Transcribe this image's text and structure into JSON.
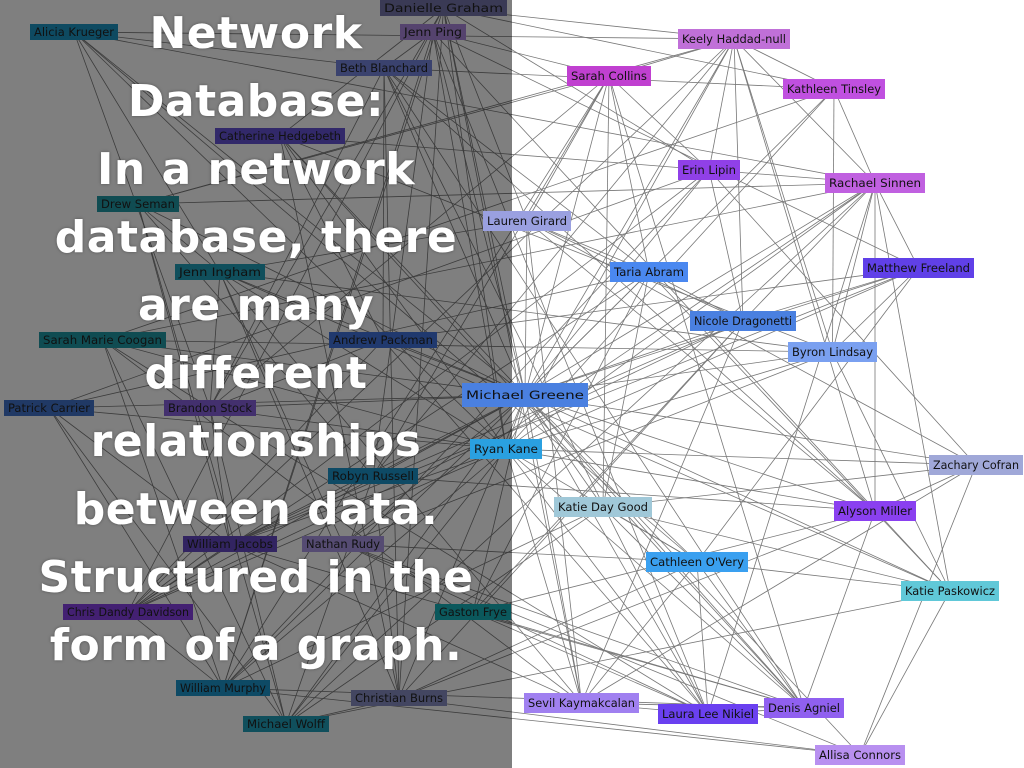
{
  "slide": {
    "lines": [
      "Network",
      "Database:",
      "In a network",
      "database, there",
      "are many",
      "different",
      "relationships",
      "between data.",
      "Structured in the",
      "form of a graph."
    ]
  },
  "graph": {
    "edge_color": "#777777",
    "nodes": [
      {
        "label": "Danielle Graham",
        "color": "#6a6a9a"
      },
      {
        "label": "Jenn Ping",
        "color": "#9a7ac8"
      },
      {
        "label": "Alicia Krueger",
        "color": "#1a86b0"
      },
      {
        "label": "Beth Blanchard",
        "color": "#6a78c8"
      },
      {
        "label": "Catherine Hedgebeth",
        "color": "#5a4ac0"
      },
      {
        "label": "Drew Seman",
        "color": "#1e8a96"
      },
      {
        "label": "Jenn Ingham",
        "color": "#1e90a8"
      },
      {
        "label": "Andrew Packman",
        "color": "#3a68c8"
      },
      {
        "label": "Sarah Marie Coogan",
        "color": "#1e8a96"
      },
      {
        "label": "Brandon Stock",
        "color": "#7a58c8"
      },
      {
        "label": "Patrick Carrier",
        "color": "#3a68b8"
      },
      {
        "label": "Robyn Russell",
        "color": "#1a86b8"
      },
      {
        "label": "William Jacobs",
        "color": "#5a42b0"
      },
      {
        "label": "Nathan Rudy",
        "color": "#9a88d0"
      },
      {
        "label": "Chris Dandy Davidson",
        "color": "#7a3ad0"
      },
      {
        "label": "Gaston Frye",
        "color": "#14a0a8"
      },
      {
        "label": "William Murphy",
        "color": "#1a86b8"
      },
      {
        "label": "Christian Burns",
        "color": "#7a80b0"
      },
      {
        "label": "Michael Wolff",
        "color": "#1e90a8"
      },
      {
        "label": "Michael Greene",
        "color": "#4a80e0"
      },
      {
        "label": "Ryan Kane",
        "color": "#2aa0e0"
      },
      {
        "label": "Lauren Girard",
        "color": "#9aa0e0"
      },
      {
        "label": "Keely Haddad-null",
        "color": "#c070d8"
      },
      {
        "label": "Sarah Collins",
        "color": "#c040d0"
      },
      {
        "label": "Kathleen Tinsley",
        "color": "#c050e0"
      },
      {
        "label": "Erin Lipin",
        "color": "#9040e8"
      },
      {
        "label": "Rachael Sinnen",
        "color": "#c060e0"
      },
      {
        "label": "Taria Abram",
        "color": "#4a88f0"
      },
      {
        "label": "Matthew Freeland",
        "color": "#6040e8"
      },
      {
        "label": "Nicole Dragonetti",
        "color": "#4a80e0"
      },
      {
        "label": "Byron Lindsay",
        "color": "#7aa0f0"
      },
      {
        "label": "Katie Day Good",
        "color": "#a0c8d8"
      },
      {
        "label": "Zachary Cofran",
        "color": "#a0a8d8"
      },
      {
        "label": "Alyson Miller",
        "color": "#8a40f0"
      },
      {
        "label": "Cathleen O'Very",
        "color": "#3aa0f0"
      },
      {
        "label": "Katie Paskowicz",
        "color": "#60c8d8"
      },
      {
        "label": "Sevil Kaymakcalan",
        "color": "#a080f0"
      },
      {
        "label": "Laura Lee Nikiel",
        "color": "#6a40f0"
      },
      {
        "label": "Denis Agniel",
        "color": "#9060f0"
      },
      {
        "label": "Allisa Connors",
        "color": "#b890f0"
      }
    ]
  }
}
